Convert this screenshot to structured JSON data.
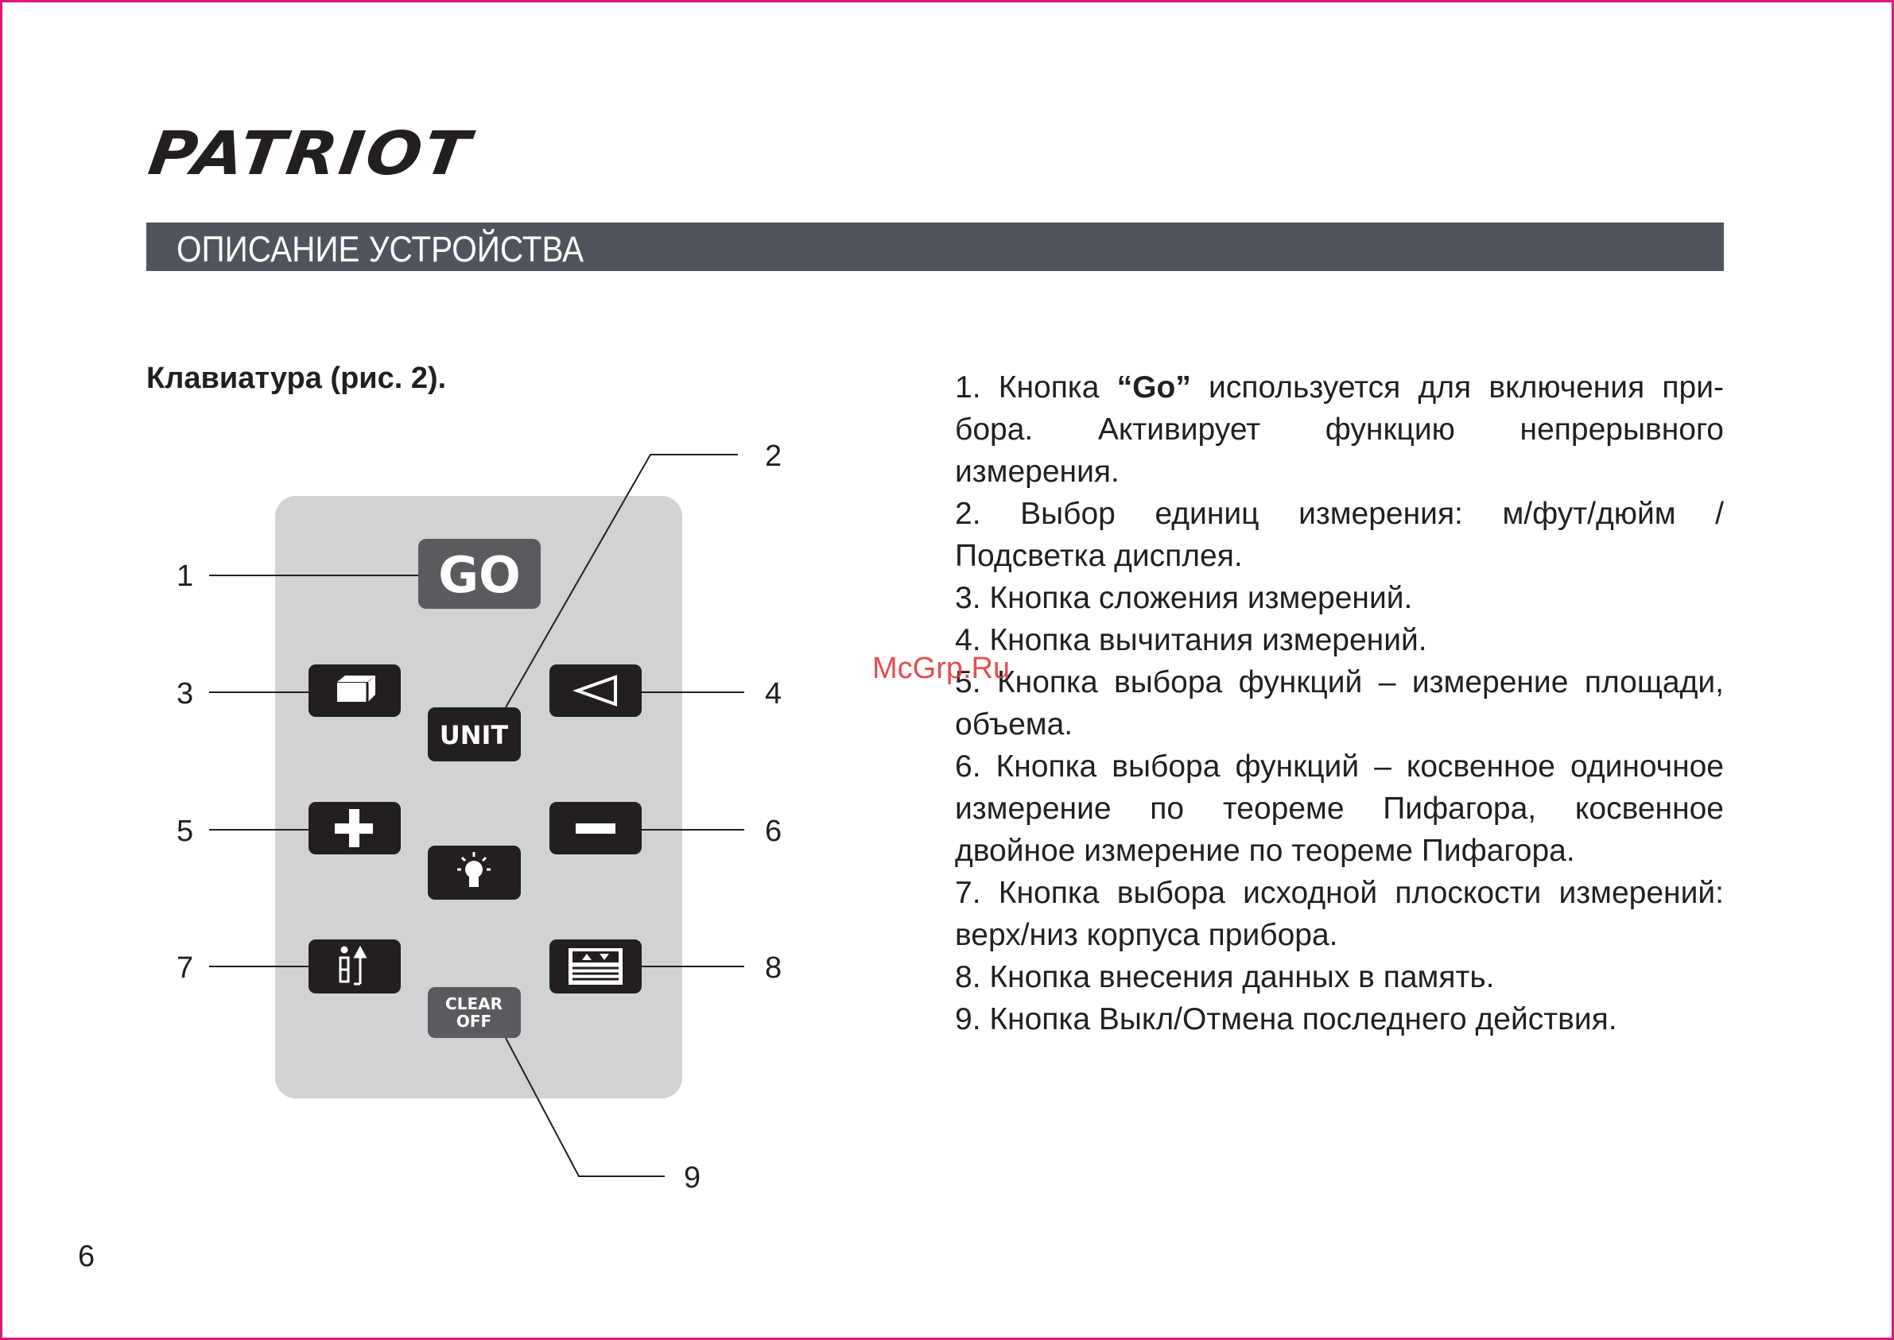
{
  "brand": {
    "logo": "PATRIOT"
  },
  "section": {
    "title": "ОПИСАНИЕ УСТРОЙСТВА"
  },
  "keyboard": {
    "title": "Клавиатура (рис. 2).",
    "buttons": {
      "go": "GO",
      "unit": "UNIT",
      "clear_line1": "CLEAR",
      "clear_line2": "OFF"
    },
    "icons": [
      "3d-box-icon",
      "triangle-left-icon",
      "plus-icon",
      "minus-icon",
      "light-bulb-icon",
      "reference-plane-icon",
      "memory-list-icon"
    ],
    "callouts": [
      "1",
      "2",
      "3",
      "4",
      "5",
      "6",
      "7",
      "8",
      "9"
    ]
  },
  "description": {
    "item1_pre": "1. Кнопка ",
    "item1_bold": "“Go”",
    "item1_post": " используется для включения при-бора. Активирует функцию непрерывного измерения.",
    "item2": "2. Выбор единиц измерения: м/фут/дюйм / Подсветка дисплея.",
    "item3": "3. Кнопка сложения измерений.",
    "item4": "4. Кнопка вычитания измерений.",
    "item5": "5. Кнопка выбора функций – измерение площади, объема.",
    "item6": "6. Кнопка выбора функций – косвенное одиночное измерение по теореме Пифагора, косвенное двойное измерение по теореме Пифагора.",
    "item7": "7. Кнопка выбора исходной плоскости измерений: верх/низ корпуса прибора.",
    "item8": "8. Кнопка внесения данных в память.",
    "item9": "9. Кнопка Выкл/Отмена последнего действия."
  },
  "watermark": "McGrp.Ru",
  "page_number": "6"
}
